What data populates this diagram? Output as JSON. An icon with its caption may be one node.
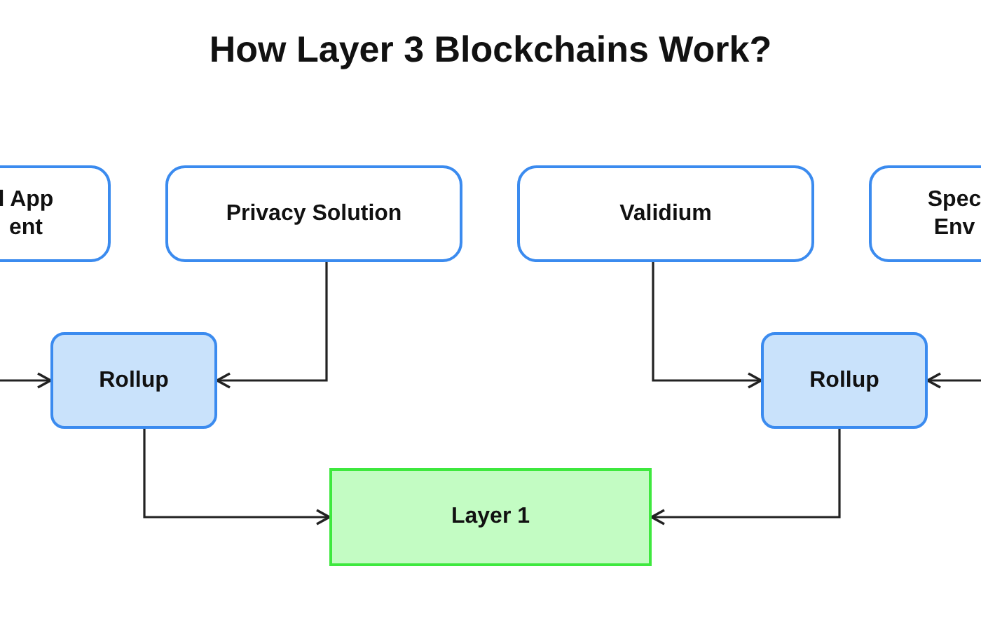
{
  "diagram": {
    "title": "How Layer 3 Blockchains Work?",
    "nodes": [
      {
        "text": [
          "l App ent"
        ]
      },
      {
        "text": [
          "Privacy Solution"
        ]
      },
      {
        "text": [
          "Validium"
        ]
      },
      {
        "text": [
          "Spec Env"
        ]
      },
      {
        "text": [
          "Rollup"
        ]
      },
      {
        "text": [
          "Rollup"
        ]
      },
      {
        "text": [
          "Layer 1"
        ]
      }
    ],
    "edges": [
      {
        "from": null,
        "to": 4,
        "arrow": "to"
      },
      {
        "from": 1,
        "to": 4,
        "arrow": "to"
      },
      {
        "from": 2,
        "to": 5,
        "arrow": "to"
      },
      {
        "from": null,
        "to": 5,
        "arrow": "to"
      },
      {
        "from": 4,
        "to": 6,
        "arrow": "to"
      },
      {
        "from": 5,
        "to": 6,
        "arrow": "to"
      }
    ]
  }
}
